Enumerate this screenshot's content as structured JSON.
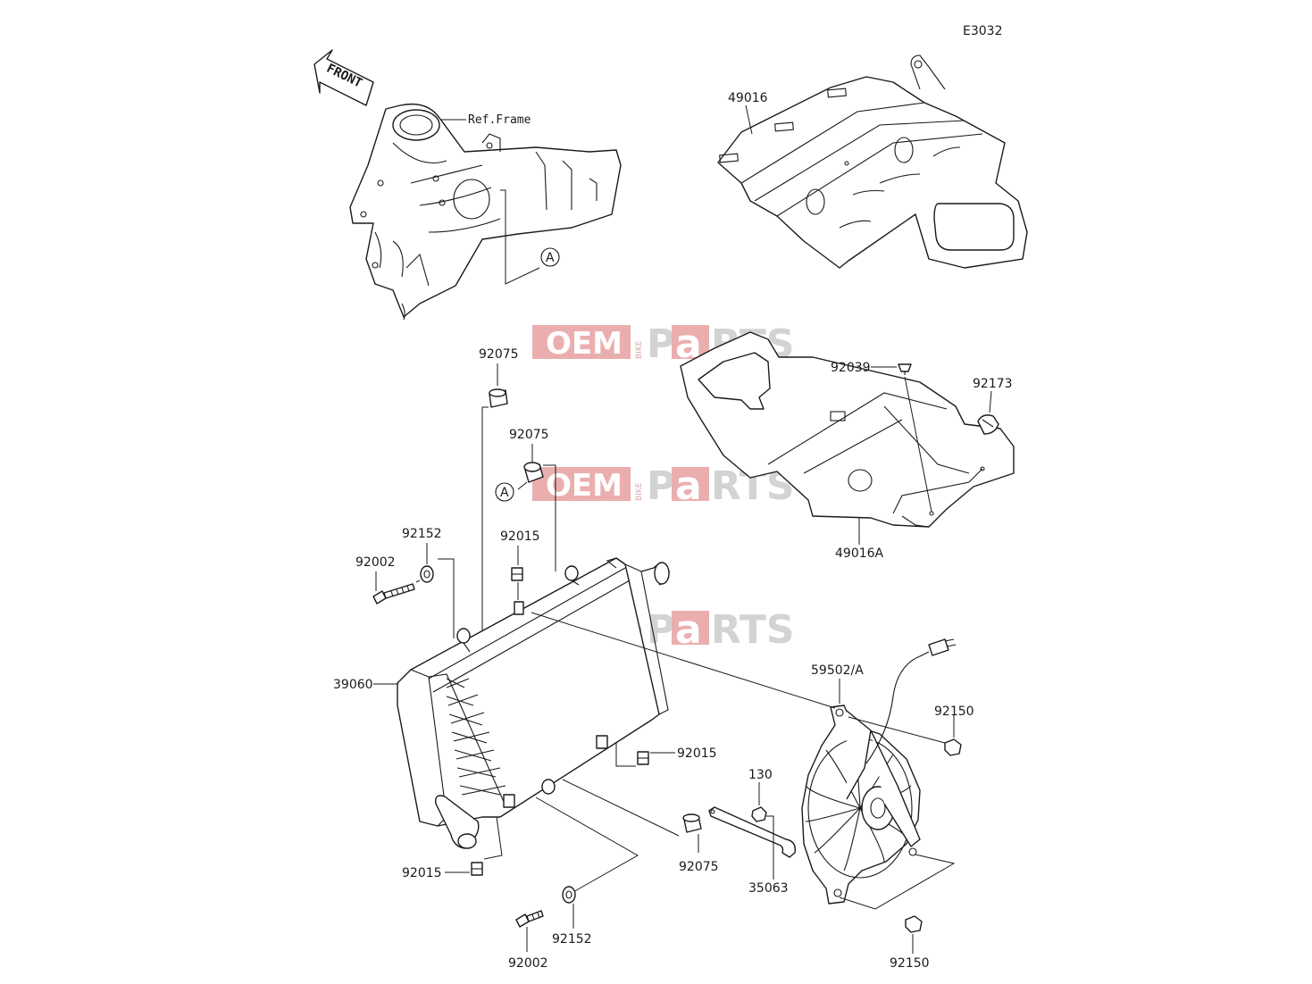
{
  "diagram_code": "E3032",
  "front_arrow": "FRONT",
  "ref_frame": "Ref.Frame",
  "callout_a": "A",
  "watermark": {
    "oem": "OEM",
    "bike": "BIKE",
    "p": "P",
    "a": "a",
    "rts": "RTS",
    "color": "#e8a0a0"
  },
  "labels": {
    "p49016": "49016",
    "p49016A": "49016A",
    "p92039": "92039",
    "p92173": "92173",
    "p92075_top": "92075",
    "p92075_mid": "92075",
    "p92075_bot": "92075",
    "p92152_top": "92152",
    "p92152_bot": "92152",
    "p92002_top": "92002",
    "p92002_bot": "92002",
    "p92015_top": "92015",
    "p92015_right": "92015",
    "p92015_bot": "92015",
    "p39060": "39060",
    "p59502A": "59502/A",
    "p92150_top": "92150",
    "p92150_bot": "92150",
    "p130": "130",
    "p35063": "35063"
  }
}
